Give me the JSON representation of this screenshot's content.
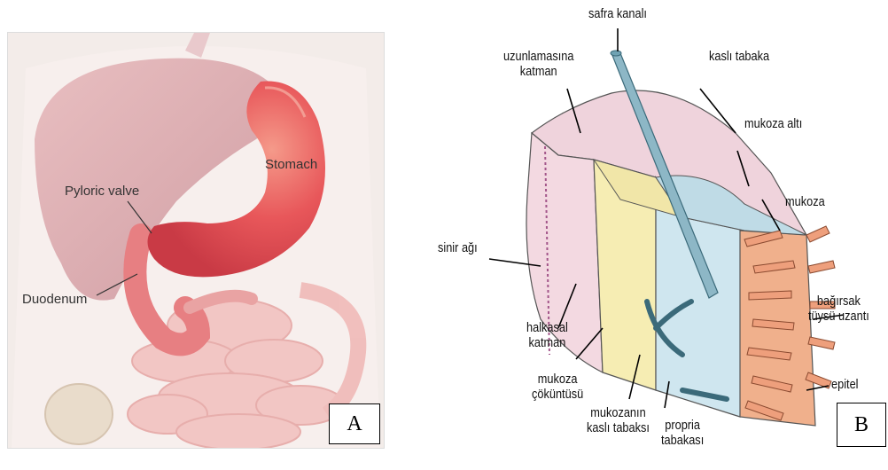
{
  "panel_a": {
    "labels": {
      "stomach": "Stomach",
      "pyloric_valve": "Pyloric valve",
      "duodenum": "Duodenum"
    },
    "panel_label": "A"
  },
  "panel_b": {
    "labels": {
      "safra_kanali": "safra kanalı",
      "uzunlamasina_katman": "uzunlamasına\nkatman",
      "kasli_tabaka": "kaslı tabaka",
      "mukoza_alti": "mukoza altı",
      "mukoza": "mukoza",
      "sinir_agi": "sinir ağı",
      "bagirsak_tuysu_uzantisi": "bağırsak\ntüysü uzantı",
      "halkasal_katman": "halkasal\nkatman",
      "mukoza_cokuntusu": "mukoza\nçöküntüsü",
      "mukozanin_kasli_tabaksi": "mukozanın\nkaslı tabaksı",
      "propria_tabakasi": "propria\ntabakası",
      "epitel": "epitel"
    },
    "panel_label": "B"
  },
  "colors": {
    "background_a": "#f3ece9",
    "organ_red": "#e8575a",
    "liver": "#d9a3a8",
    "intestine": "#f2c2c0",
    "muscle_pink": "#f3d9e1",
    "submucosa_yellow": "#f6edb3",
    "mucosa_blue": "#cfe6ef",
    "villi_orange": "#f0b08c",
    "duct_blue": "#8db7c6"
  }
}
